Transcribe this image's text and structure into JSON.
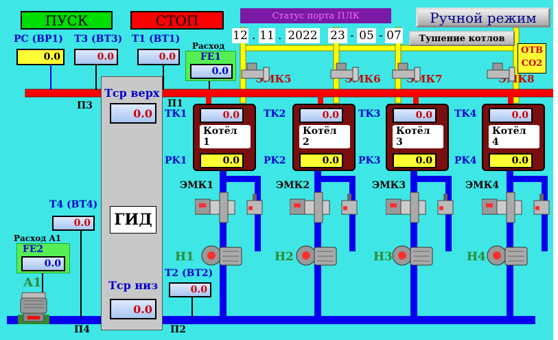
{
  "header": {
    "start_label": "ПУСК",
    "stop_label": "СТОП",
    "plc_status_label": "Статус порта ПЛК",
    "mode_label": "Ручной режим",
    "extinguish_label": "Тушение котлов",
    "date": {
      "day": "12",
      "month": "11",
      "year": "2022"
    },
    "time": {
      "hh": "23",
      "mm": "05",
      "ss": "07"
    },
    "date_sep": ".",
    "time_sep": "-"
  },
  "sensors": {
    "pc": {
      "label": "PC (BP1)",
      "value": "0.0"
    },
    "t3": {
      "label": "T3 (BT3)",
      "value": "0.0"
    },
    "t1": {
      "label": "T1 (BT1)",
      "value": "0.0"
    },
    "t4": {
      "label": "T4 (BT4)",
      "value": "0.0"
    },
    "t2": {
      "label": "T2 (BT2)",
      "value": "0.0"
    }
  },
  "flow1": {
    "caption": "Расход",
    "name": "FE1",
    "value": "0.0"
  },
  "flow2": {
    "caption": "Расход A1",
    "name": "FE2",
    "value": "0.0"
  },
  "otv": {
    "line1": "OTB",
    "line2": "CO2"
  },
  "gid": {
    "title": "ГИД",
    "top_label": "Тср верх",
    "top_value": "0.0",
    "bottom_label": "Тср низ",
    "bottom_value": "0.0"
  },
  "points": {
    "p1": "П1",
    "p2": "П2",
    "p3": "П3",
    "p4": "П4"
  },
  "pump_a1": "A1",
  "boilers": [
    {
      "name": "Котёл 1",
      "tk_label": "TK1",
      "tk_value": "0.0",
      "rk_label": "PK1",
      "rk_value": "0.0",
      "valve_top": "ЭМК5",
      "valve_bottom": "ЭМК1",
      "pump": "H1"
    },
    {
      "name": "Котёл 2",
      "tk_label": "TK2",
      "tk_value": "0.0",
      "rk_label": "PK2",
      "rk_value": "0.0",
      "valve_top": "ЭМК6",
      "valve_bottom": "ЭМК2",
      "pump": "H2"
    },
    {
      "name": "Котёл 3",
      "tk_label": "TK3",
      "tk_value": "0.0",
      "rk_label": "PK3",
      "rk_value": "0.0",
      "valve_top": "ЭМК7",
      "valve_bottom": "ЭМК3",
      "pump": "H3"
    },
    {
      "name": "Котёл 4",
      "tk_label": "TK4",
      "tk_value": "0.0",
      "rk_label": "PK4",
      "rk_value": "0.0",
      "valve_top": "ЭМК8",
      "valve_bottom": "ЭМК4",
      "pump": "H4"
    }
  ],
  "colors": {
    "background": "#3fe6e6",
    "start_button": "#00dd00",
    "stop_button": "#ff0000",
    "boiler_body": "#7a0f0f",
    "pipe_hot": "#ff0000",
    "pipe_cold": "#0000ee",
    "pipe_co2": "#ffff00",
    "gid_panel": "#c8c8c8"
  }
}
